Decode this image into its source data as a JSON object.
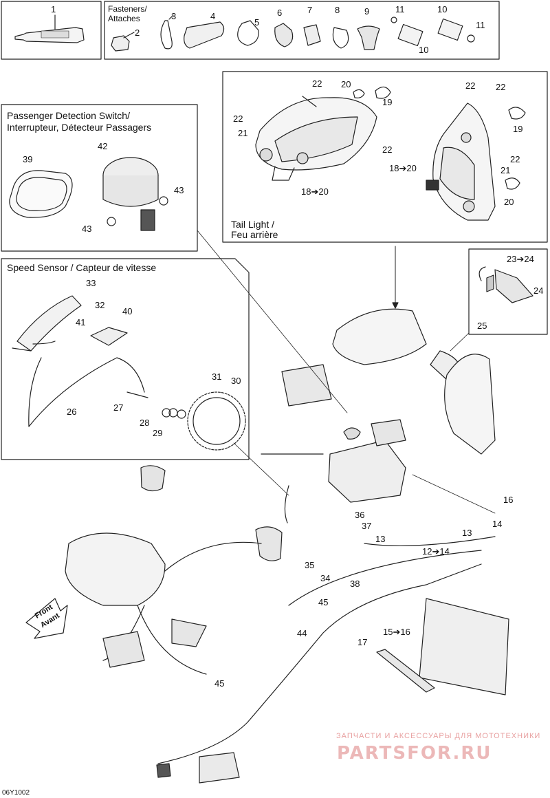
{
  "header": {
    "fasteners_label": "Fasteners/",
    "attaches_label": "Attaches"
  },
  "boxes": {
    "passenger_title_1": "Passenger Detection Switch/",
    "passenger_title_2": "Interrupteur, Détecteur Passagers",
    "tail_light_1": "Tail Light /",
    "tail_light_2": "Feu arrière",
    "speed_sensor": "Speed Sensor / Capteur de vitesse"
  },
  "front_label": {
    "line1": "Front",
    "line2": "Avant"
  },
  "diagram_id": "06Y1002",
  "watermark": {
    "line1": "ЗАПЧАСТИ И АКСЕССУАРЫ ДЛЯ МОТОТЕХНИКИ",
    "line2": "PARTSFOR.RU"
  },
  "callouts": {
    "c1": "1",
    "c2": "2",
    "c3": "3",
    "c4": "4",
    "c5": "5",
    "c6": "6",
    "c7": "7",
    "c8": "8",
    "c9": "9",
    "c10a": "10",
    "c10b": "10",
    "c11a": "11",
    "c11b": "11",
    "c22a": "22",
    "c20a": "20",
    "c19a": "19",
    "c22b": "22",
    "c21a": "21",
    "c22c": "22",
    "c1820a": "18➔20",
    "c22d": "22",
    "c22e": "22",
    "c19b": "19",
    "c1820b": "18➔20",
    "c22f": "22",
    "c21b": "21",
    "c20b": "20",
    "c39": "39",
    "c42": "42",
    "c43a": "43",
    "c43b": "43",
    "c33": "33",
    "c32": "32",
    "c41": "41",
    "c40": "40",
    "c26": "26",
    "c27": "27",
    "c28": "28",
    "c29": "29",
    "c31": "31",
    "c30": "30",
    "c2324": "23➔24",
    "c24": "24",
    "c25": "25",
    "c16": "16",
    "c14": "14",
    "c13a": "13",
    "c36": "36",
    "c37": "37",
    "c13b": "13",
    "c1214": "12➔14",
    "c35": "35",
    "c34": "34",
    "c38": "38",
    "c45a": "45",
    "c44": "44",
    "c1516": "15➔16",
    "c17": "17",
    "c45b": "45"
  }
}
